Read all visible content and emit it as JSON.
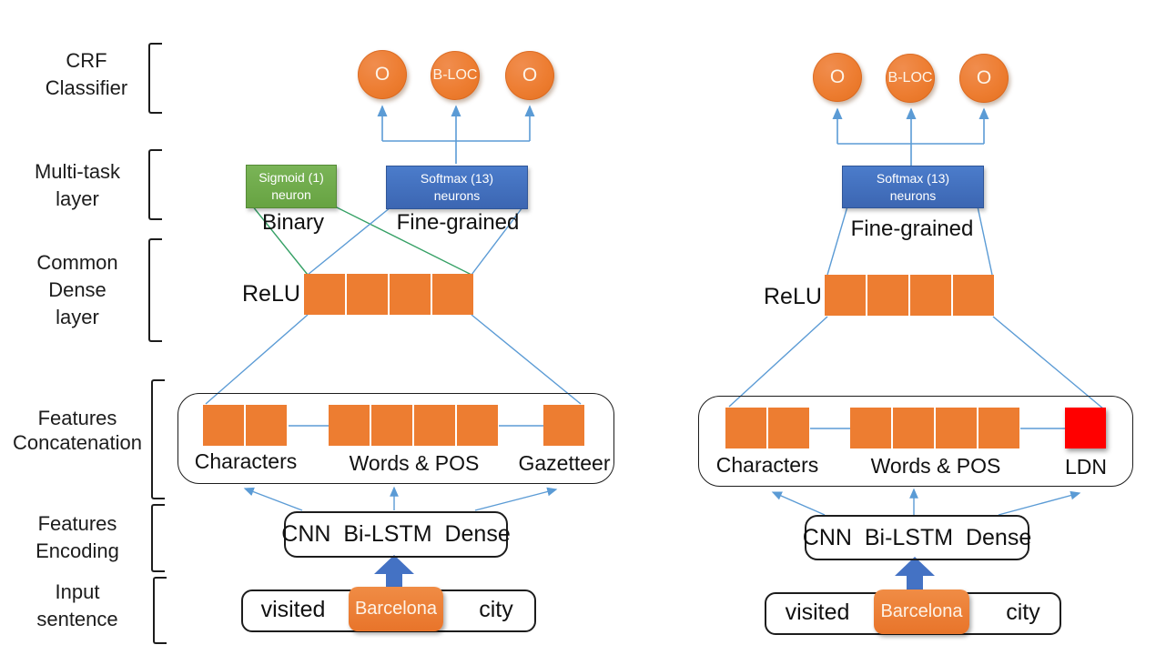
{
  "colors": {
    "orange": "#ED7D31",
    "red": "#FF0000",
    "green_box": "#70AD47",
    "blue_box": "#4472C4",
    "line_blue": "#5B9BD5",
    "line_green": "#35A065"
  },
  "side_labels": [
    {
      "lines": [
        "CRF",
        "Classifier"
      ]
    },
    {
      "lines": [
        "Multi-task",
        "layer"
      ]
    },
    {
      "lines": [
        "Common",
        "Dense",
        "layer"
      ]
    },
    {
      "lines": [
        "Features",
        "Concatenation"
      ]
    },
    {
      "lines": [
        "Features",
        "Encoding"
      ]
    },
    {
      "lines": [
        "Input",
        "sentence"
      ]
    }
  ],
  "left": {
    "outputs": [
      "O",
      "B-LOC",
      "O"
    ],
    "sigmoid": {
      "line1": "Sigmoid (1)",
      "line2": "neuron"
    },
    "softmax": {
      "line1": "Softmax (13)",
      "line2": "neurons"
    },
    "binary_label": "Binary",
    "fine_grained_label": "Fine-grained",
    "relu_label": "ReLU",
    "relu_cells": 4,
    "features": [
      {
        "label": "Characters",
        "cells": 2,
        "color": "#ED7D31"
      },
      {
        "label": "Words & POS",
        "cells": 4,
        "color": "#ED7D31"
      },
      {
        "label": "Gazetteer",
        "cells": 1,
        "color": "#ED7D31"
      }
    ],
    "encoder_label": "CNN  Bi-LSTM  Dense",
    "sentence": [
      "visited",
      "Barcelona",
      "city"
    ]
  },
  "right": {
    "outputs": [
      "O",
      "B-LOC",
      "O"
    ],
    "softmax": {
      "line1": "Softmax (13)",
      "line2": "neurons"
    },
    "fine_grained_label": "Fine-grained",
    "relu_label": "ReLU",
    "relu_cells": 4,
    "features": [
      {
        "label": "Characters",
        "cells": 2,
        "color": "#ED7D31"
      },
      {
        "label": "Words & POS",
        "cells": 4,
        "color": "#ED7D31"
      },
      {
        "label": "LDN",
        "cells": 1,
        "color": "#FF0000"
      }
    ],
    "encoder_label": "CNN  Bi-LSTM  Dense",
    "sentence": [
      "visited",
      "Barcelona",
      "city"
    ]
  }
}
